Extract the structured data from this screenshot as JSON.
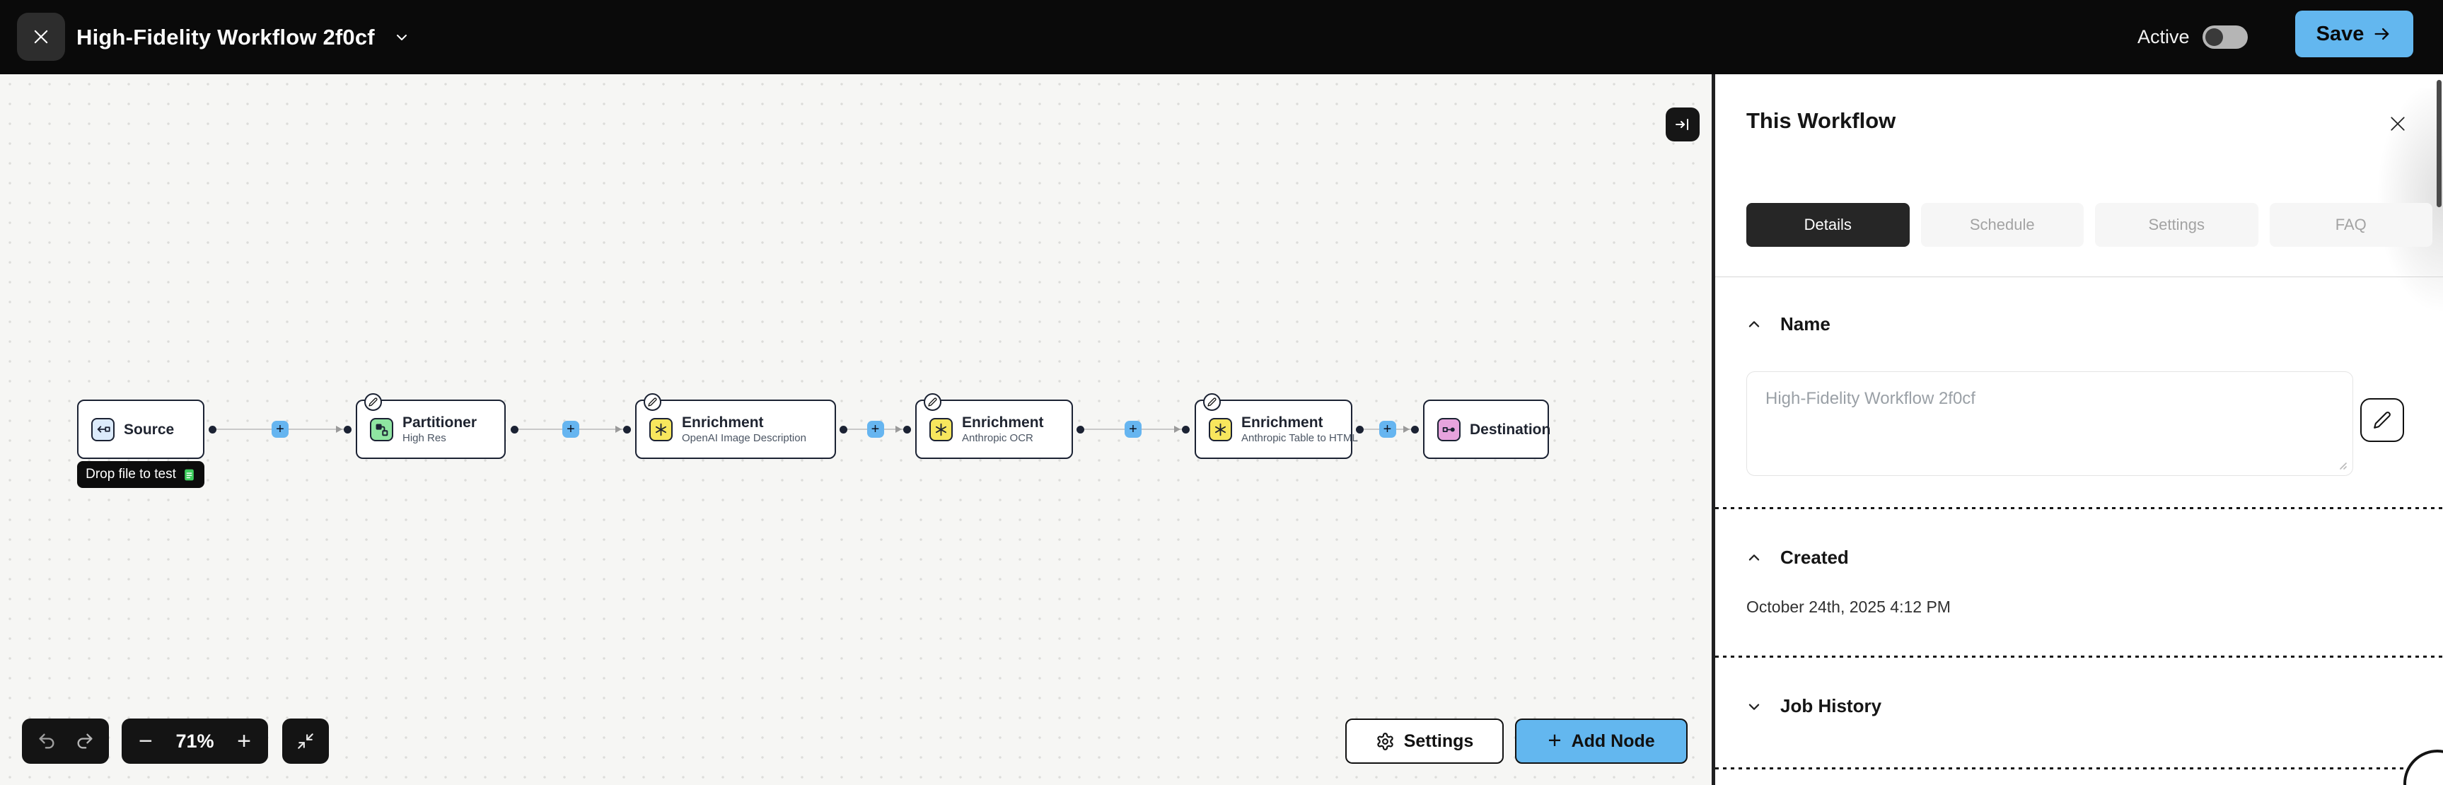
{
  "header": {
    "title": "High-Fidelity Workflow 2f0cf",
    "active_label": "Active",
    "save_label": "Save"
  },
  "icons": {
    "plus": "+",
    "minus": "−"
  },
  "canvas": {
    "zoom_level": "71%",
    "source_hint": "Drop file to test",
    "settings_label": "Settings",
    "add_node_label": "Add Node",
    "nodes": [
      {
        "title": "Source",
        "subtitle": "",
        "icon": "source-import-icon",
        "icon_color": "#dcebfb"
      },
      {
        "title": "Partitioner",
        "subtitle": "High Res",
        "icon": "workflow-icon",
        "icon_color": "#8fe5a1"
      },
      {
        "title": "Enrichment",
        "subtitle": "OpenAI Image Description",
        "icon": "asterisk-icon",
        "icon_color": "#f7e65d"
      },
      {
        "title": "Enrichment",
        "subtitle": "Anthropic OCR",
        "icon": "asterisk-icon",
        "icon_color": "#f7e65d"
      },
      {
        "title": "Enrichment",
        "subtitle": "Anthropic Table to HTML",
        "icon": "asterisk-icon",
        "icon_color": "#f7e65d"
      },
      {
        "title": "Destination",
        "subtitle": "",
        "icon": "destination-icon",
        "icon_color": "#e7a3dd"
      }
    ]
  },
  "panel": {
    "title": "This Workflow",
    "tabs": [
      {
        "label": "Details",
        "active": true
      },
      {
        "label": "Schedule",
        "active": false
      },
      {
        "label": "Settings",
        "active": false
      },
      {
        "label": "FAQ",
        "active": false
      }
    ],
    "name_section": {
      "label": "Name",
      "value": "High-Fidelity Workflow 2f0cf"
    },
    "created_section": {
      "label": "Created",
      "value": "October 24th, 2025 4:12 PM"
    },
    "job_history_section": {
      "label": "Job History"
    }
  },
  "colors": {
    "accent_blue": "#63b7ef",
    "node_border": "#1b2233",
    "header_bg": "#0a0a0a"
  }
}
